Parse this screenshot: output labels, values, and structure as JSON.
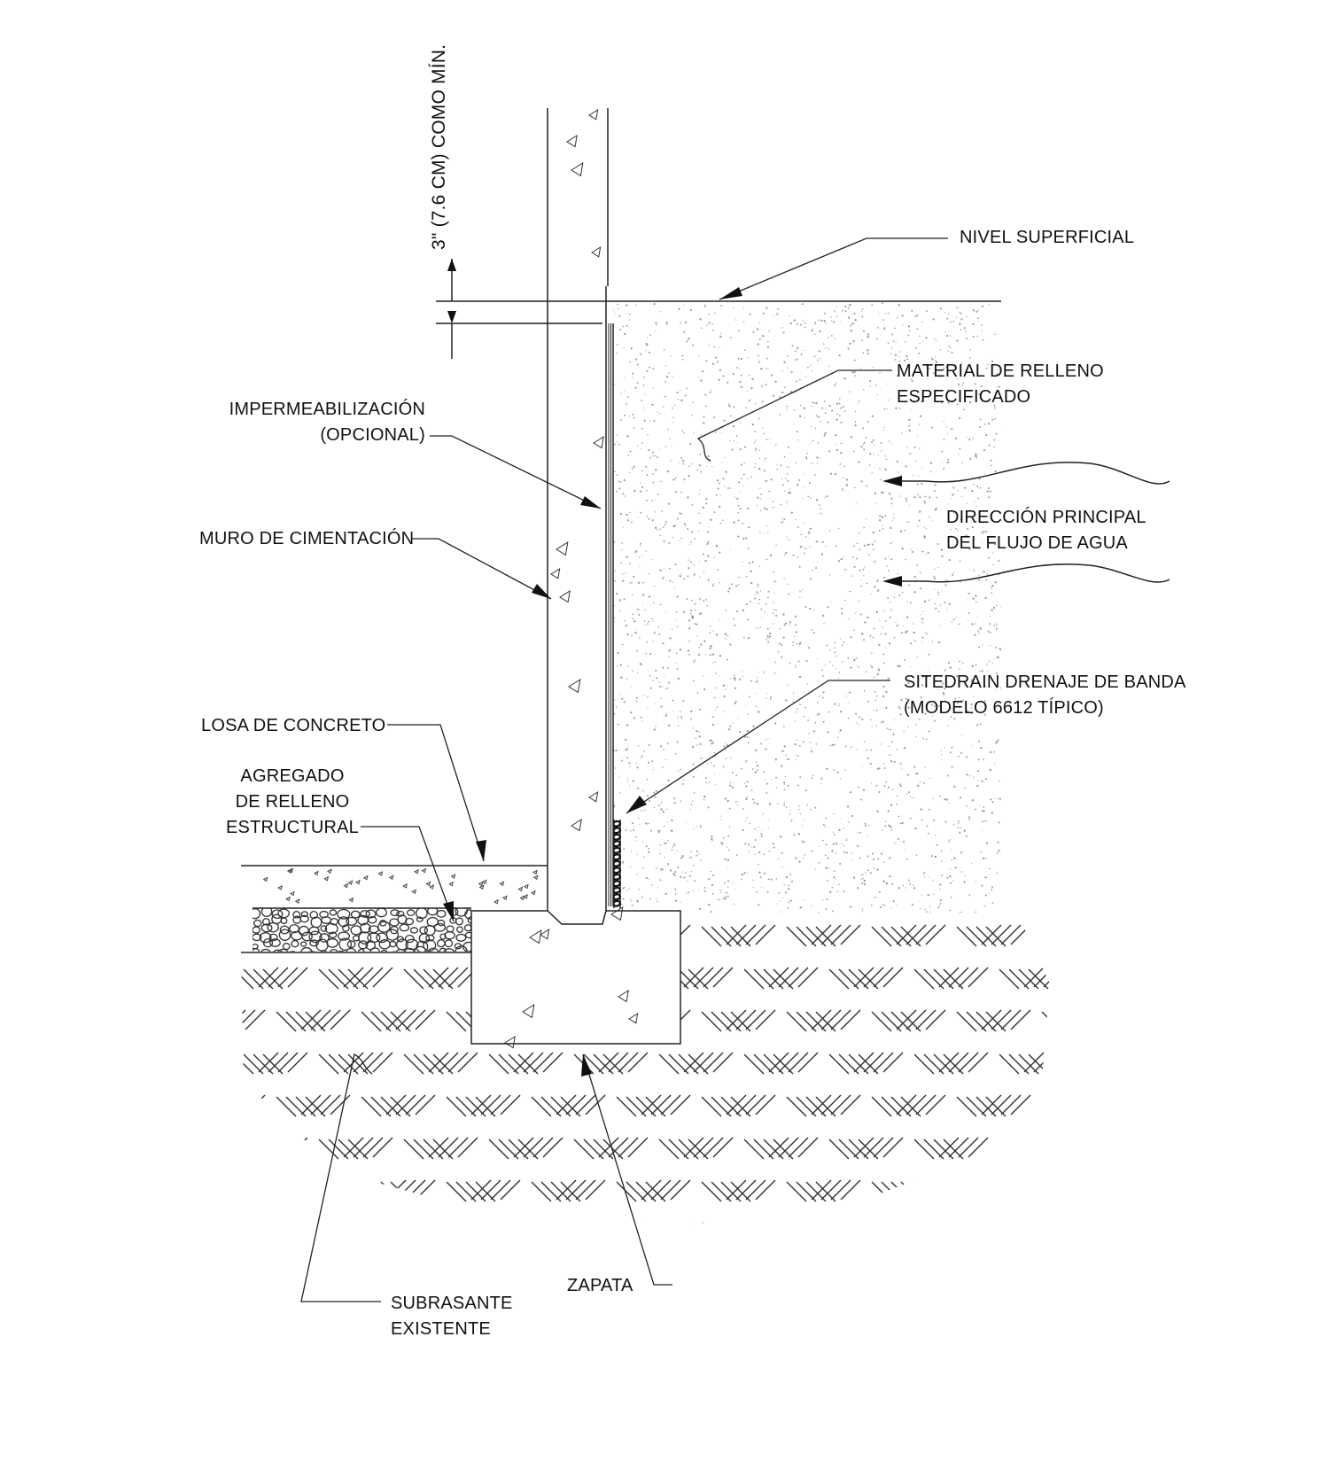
{
  "dimension": {
    "text": "3\" (7.6 CM) COMO MÍN."
  },
  "labels": {
    "nivel_superficial": "NIVEL SUPERFICIAL",
    "material_relleno": [
      "MATERIAL DE RELLENO",
      "ESPECIFICADO"
    ],
    "impermeabilizacion": [
      "IMPERMEABILIZACIÓN",
      "(OPCIONAL)"
    ],
    "direccion_flujo": [
      "DIRECCIÓN PRINCIPAL",
      "DEL FLUJO DE AGUA"
    ],
    "muro": "MURO DE CIMENTACIÓN",
    "sitedrain": [
      "SITEDRAIN DRENAJE DE BANDA",
      "(MODELO 6612 TÍPICO)"
    ],
    "losa": "LOSA DE CONCRETO",
    "agregado": [
      "AGREGADO",
      "DE RELLENO",
      "ESTRUCTURAL"
    ],
    "zapata": "ZAPATA",
    "subrasante": [
      "SUBRASANTE",
      "EXISTENTE"
    ]
  },
  "colors": {
    "line": "#222222",
    "background": "#ffffff",
    "stipple": "#9a9a9a"
  }
}
